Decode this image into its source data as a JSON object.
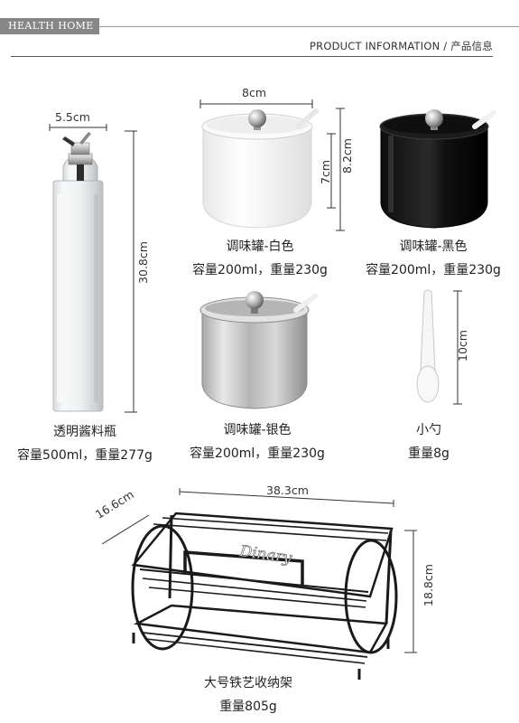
{
  "brand": "HEALTH HOME",
  "section_title": "PRODUCT INFORMATION / 产品信息",
  "products": {
    "bottle": {
      "name": "透明酱料瓶",
      "spec": "容量500ml，重量277g",
      "width": "5.5cm",
      "height": "30.8cm"
    },
    "white_jar": {
      "name": "调味罐-白色",
      "spec": "容量200ml，重量230g",
      "width": "8cm",
      "height_outer": "8.2cm",
      "height_inner": "7cm"
    },
    "black_jar": {
      "name": "调味罐-黑色",
      "spec": "容量200ml，重量230g"
    },
    "silver_jar": {
      "name": "调味罐-银色",
      "spec": "容量200ml，重量230g"
    },
    "spoon": {
      "name": "小勺",
      "spec": "重量8g",
      "length": "10cm"
    },
    "rack": {
      "name": "大号铁艺收纳架",
      "spec": "重量805g",
      "length": "38.3cm",
      "depth": "16.6cm",
      "height": "18.8cm",
      "logo_text": "Dinary"
    }
  },
  "colors": {
    "brand_bar": "#878787",
    "white_jar": "#f4f4f4",
    "black_jar": "#151515",
    "silver_jar": "#c9c9c9",
    "rack": "#1a1a1a"
  }
}
